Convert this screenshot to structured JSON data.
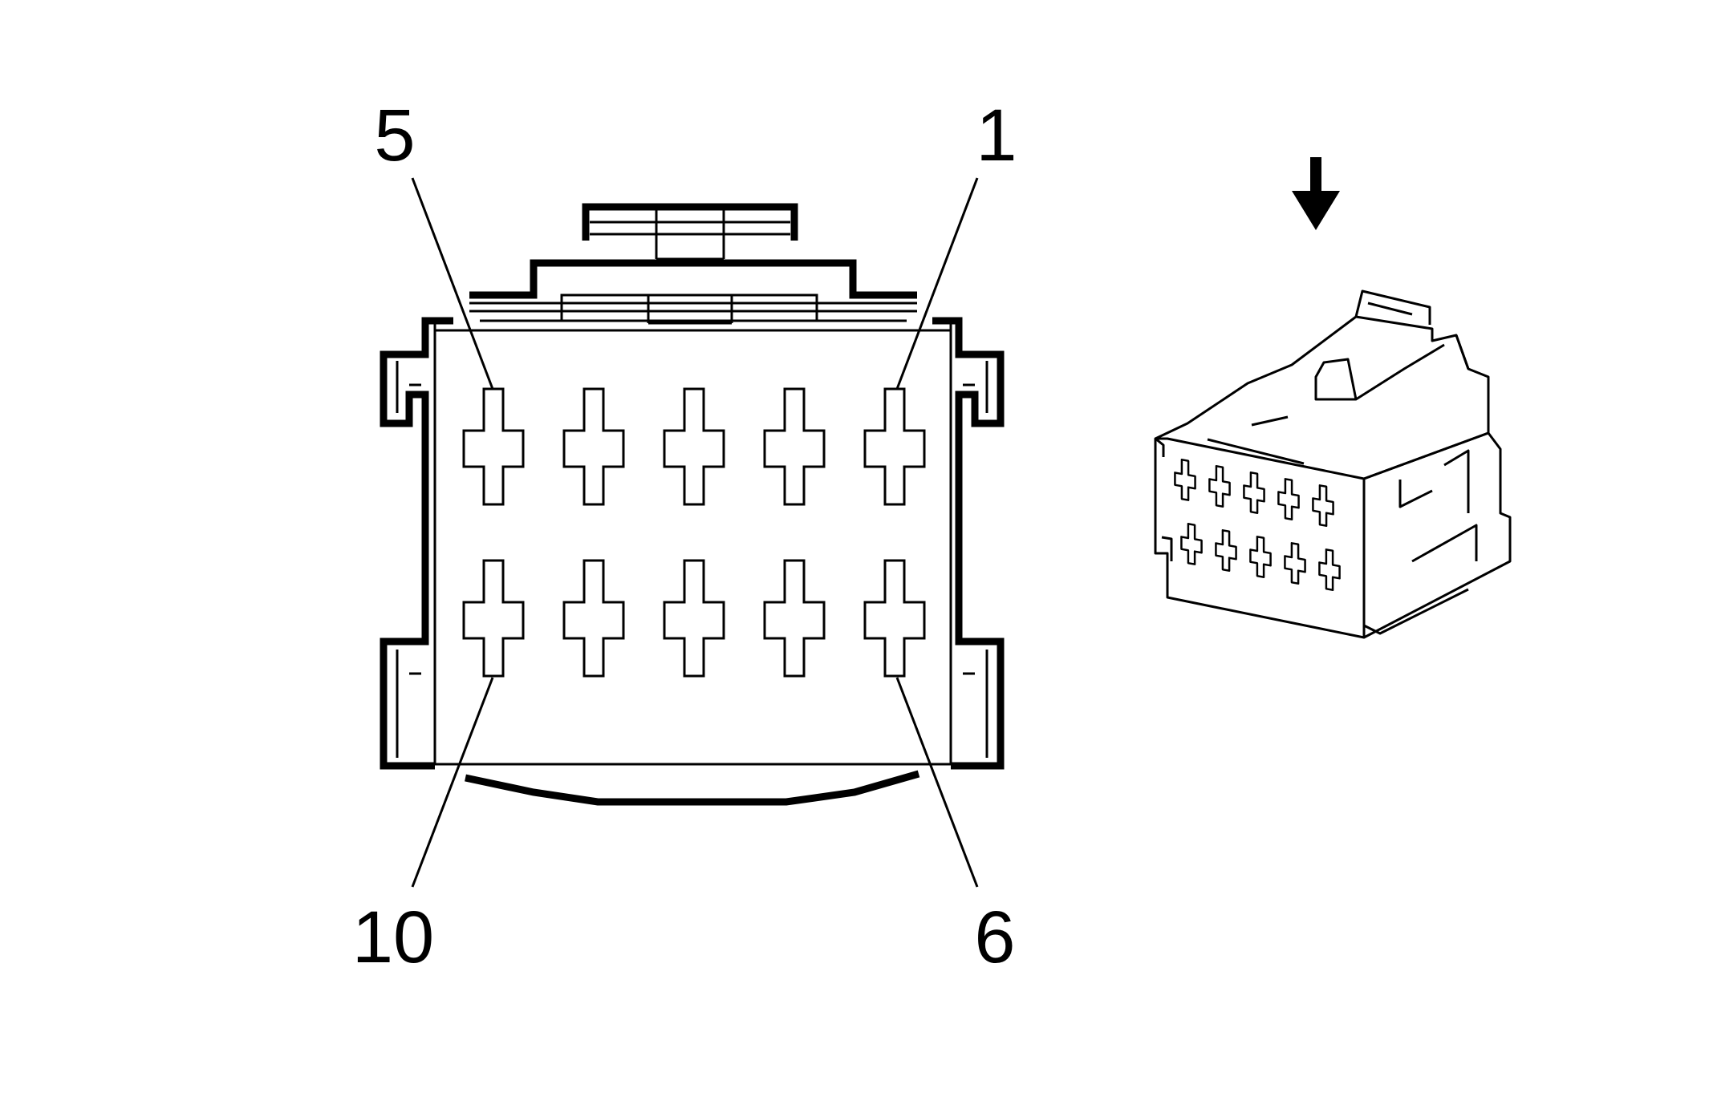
{
  "diagram": {
    "type": "connector-pinout",
    "pin_labels": {
      "top_left": "5",
      "top_right": "1",
      "bottom_left": "10",
      "bottom_right": "6"
    },
    "face_view": {
      "rows": 2,
      "pins_per_row": 5
    },
    "iso_view": {
      "rows": 2,
      "pins_per_row": 5,
      "arrow_direction": "down"
    },
    "colors": {
      "stroke": "#000000",
      "background": "#ffffff"
    }
  }
}
